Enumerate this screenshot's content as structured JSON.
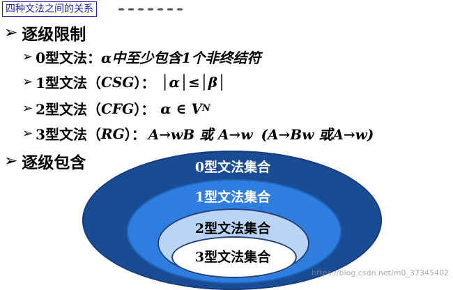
{
  "title_tag": "四种文法之间的关系",
  "section1": {
    "heading": "逐级限制"
  },
  "items": [
    {
      "prefix": "0型文法：",
      "expr": "α中至少包含1个非终结符"
    },
    {
      "prefix": "1型文法（",
      "em": "CSG",
      "mid": "）：",
      "expr": "│α│≤│β│"
    },
    {
      "prefix": "2型文法（",
      "em": "CFG",
      "mid": "）：",
      "expr": "α ∈ V",
      "sub": "N"
    },
    {
      "prefix": "3型文法（",
      "em": "RG",
      "mid": "）：",
      "expr": "A→wB 或 A→w",
      "extra": "(A→Bw 或A→w)"
    }
  ],
  "section2": {
    "heading": "逐级包含"
  },
  "rings": [
    {
      "label": "0型文法集合",
      "color": "#1a4c94"
    },
    {
      "label": "1型文法集合",
      "color": "#2e7ee0"
    },
    {
      "label": "2型文法集合",
      "color": "#b9d4f4"
    },
    {
      "label": "3型文法集合",
      "color": "#ffffff"
    }
  ],
  "watermark": "https://blog.csdn.net/m0_37345402"
}
